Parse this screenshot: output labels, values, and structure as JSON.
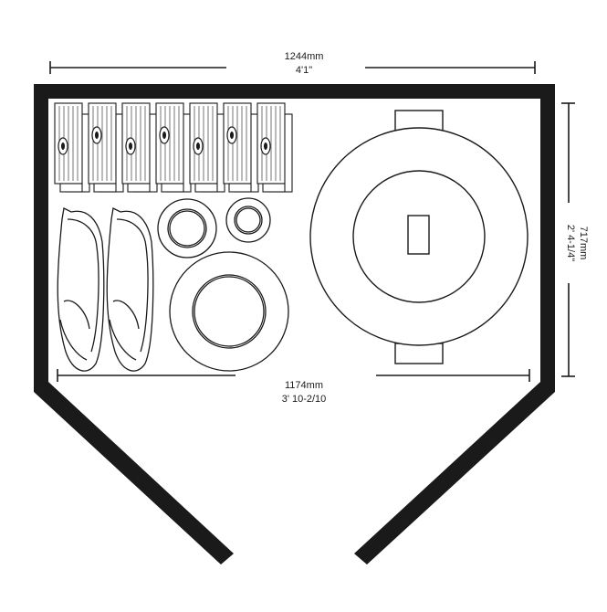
{
  "colors": {
    "wall": "#1a1a1a",
    "line": "#1a1a1a",
    "background": "#ffffff"
  },
  "dimensions": {
    "top_width_mm": "1244mm",
    "top_width_imperial": "4'1\"",
    "depth_mm": "717mm",
    "depth_imperial": "2' 4-1/4\"",
    "inner_width_mm": "1174mm",
    "inner_width_imperial": "3' 10-2/10"
  },
  "contents": {
    "glasses_count": 7,
    "bowls_count": 2,
    "dish_icon": "serving-dish-icon",
    "small_plate_icon": "side-plate-icon",
    "dinner_plate_icon": "dinner-plate-icon",
    "pot_icon": "casserole-pot-icon"
  }
}
